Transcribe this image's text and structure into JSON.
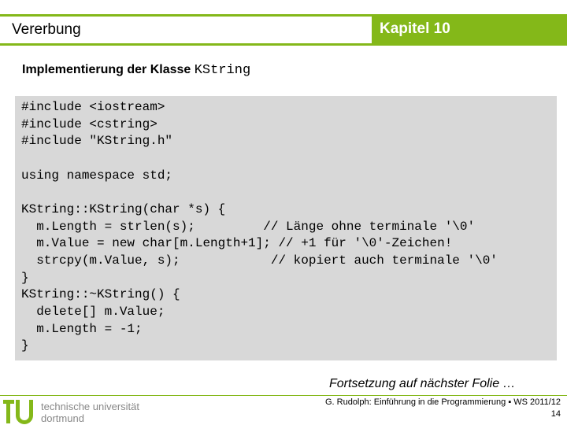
{
  "header": {
    "title": "Vererbung",
    "chapter": "Kapitel 10"
  },
  "subheading": {
    "text": "Implementierung der Klasse ",
    "code": "KString"
  },
  "code_lines": [
    "#include <iostream>",
    "#include <cstring>",
    "#include \"KString.h\"",
    "",
    "using namespace std;",
    "",
    "KString::KString(char *s) {",
    "  m.Length = strlen(s);         // Länge ohne terminale '\\0'",
    "  m.Value = new char[m.Length+1]; // +1 für '\\0'-Zeichen!",
    "  strcpy(m.Value, s);            // kopiert auch terminale '\\0'",
    "}",
    "KString::~KString() {",
    "  delete[] m.Value;",
    "  m.Length = -1;",
    "}"
  ],
  "continuation": "Fortsetzung auf nächster Folie …",
  "footer": {
    "logo_line1": "technische universität",
    "logo_line2": "dortmund",
    "credit": "G. Rudolph: Einführung in die Programmierung ▪ WS 2011/12",
    "page": "14"
  },
  "colors": {
    "accent": "#84b819",
    "code_bg": "#d8d8d8"
  }
}
